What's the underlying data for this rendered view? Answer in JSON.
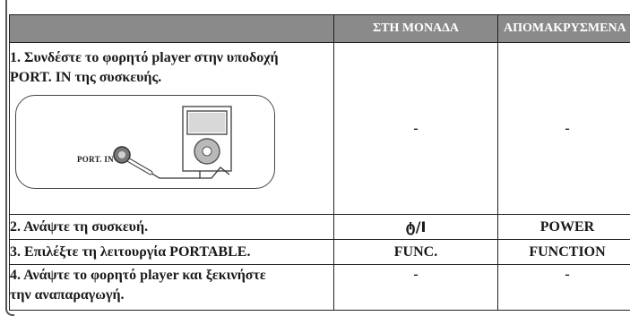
{
  "table": {
    "headers": {
      "step": "",
      "unit": "ΣΤΗ ΜΟΝΑΔΑ",
      "remote": "ΑΠΟΜΑΚΡΥΣΜΕΝΑ"
    },
    "rows": [
      {
        "step": "1. Συνδέστε το φορητό player στην υποδοχή PORT. IN της συσκευής.",
        "unit": "-",
        "remote": "-"
      },
      {
        "step": "2. Ανάψτε τη συσκευή.",
        "unit": "ტ/I",
        "remote": "POWER"
      },
      {
        "step": "3. Επιλέξτε τη λειτουργία PORTABLE.",
        "unit": "FUNC.",
        "remote": "FUNCTION"
      },
      {
        "step": "4. Ανάψτε το φορητό player και ξεκινήστε την αναπαραγωγή.",
        "unit": "-",
        "remote": "-"
      }
    ]
  },
  "diagram": {
    "port_label": "PORT. IN"
  },
  "colors": {
    "header_bg": "#8a8a8a",
    "header_text": "#ffffff",
    "border": "#222222"
  }
}
